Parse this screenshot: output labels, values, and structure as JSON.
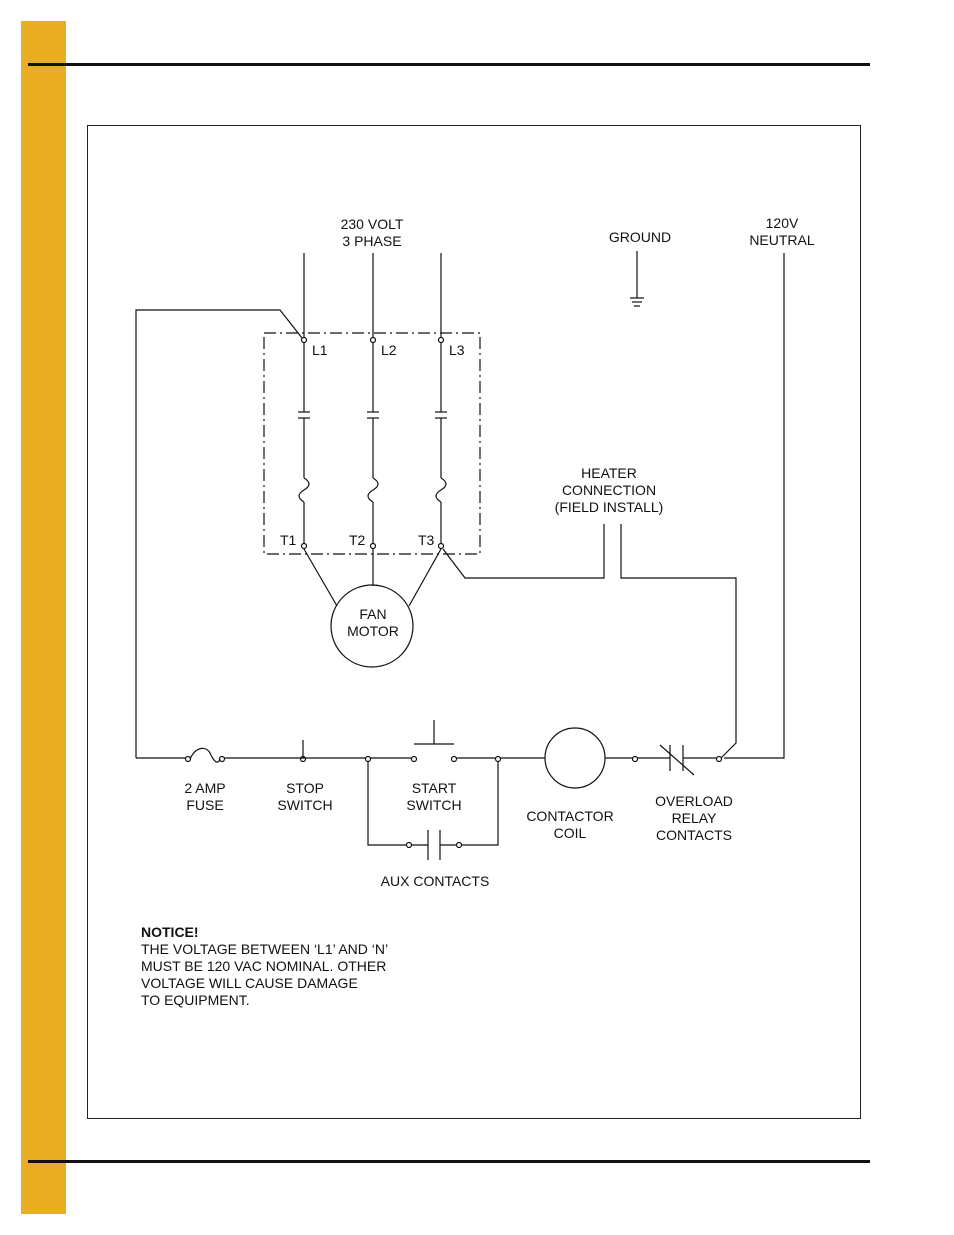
{
  "colors": {
    "accent": "#e8ad22",
    "line": "#111111"
  },
  "labels": {
    "supply_1": "230 VOLT",
    "supply_2": "3 PHASE",
    "ground": "GROUND",
    "neutral_1": "120V",
    "neutral_2": "NEUTRAL",
    "l1": "L1",
    "l2": "L2",
    "l3": "L3",
    "t1": "T1",
    "t2": "T2",
    "t3": "T3",
    "heater_1": "HEATER",
    "heater_2": "CONNECTION",
    "heater_3": "(FIELD INSTALL)",
    "motor_1": "FAN",
    "motor_2": "MOTOR",
    "fuse_1": "2 AMP",
    "fuse_2": "FUSE",
    "stop_1": "STOP",
    "stop_2": "SWITCH",
    "start_1": "START",
    "start_2": "SWITCH",
    "coil_1": "CONTACTOR",
    "coil_2": "COIL",
    "overload_1": "OVERLOAD",
    "overload_2": "RELAY",
    "overload_3": "CONTACTS",
    "aux": "AUX CONTACTS"
  },
  "notice": {
    "title": "NOTICE!",
    "lines": [
      "THE VOLTAGE BETWEEN ‘L1’ AND ‘N’",
      "MUST BE 120 VAC NOMINAL. OTHER",
      "VOLTAGE WILL CAUSE DAMAGE",
      "TO EQUIPMENT."
    ]
  }
}
